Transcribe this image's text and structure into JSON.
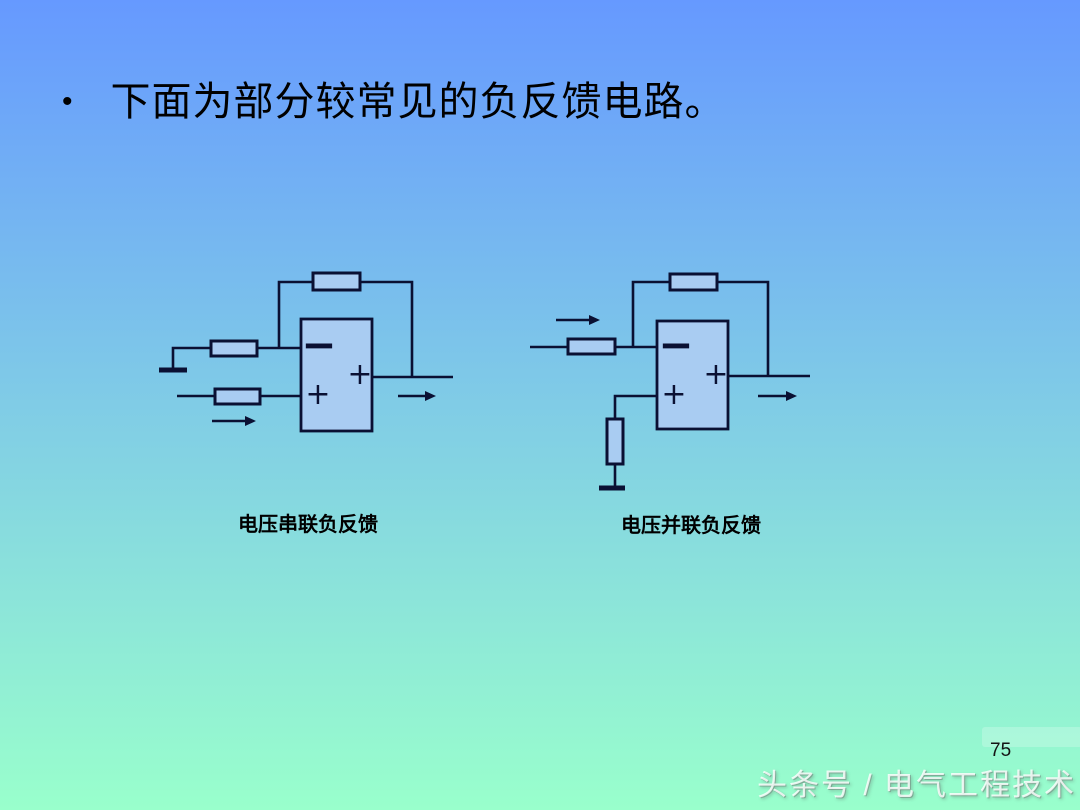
{
  "slide": {
    "bullet": "•",
    "title": "下面为部分较常见的负反馈电路。",
    "page_number": "75",
    "watermark": "头条号 / 电气工程技术"
  },
  "colors": {
    "bg_top": "#6699FF",
    "bg_bottom": "#99FFCC",
    "line": "#0A1033",
    "component_fill": "#A9CCF2",
    "title_color": "#000000",
    "caption_color": "#000000",
    "watermark_color": "#FFFFFF"
  },
  "circuits": {
    "left": {
      "caption": "电压串联负反馈",
      "opamp": {
        "minus": "−",
        "plus_input": "+",
        "plus_output": "+"
      }
    },
    "right": {
      "caption": "电压并联负反馈",
      "opamp": {
        "minus": "−",
        "plus_input": "+",
        "plus_output": "+"
      }
    }
  }
}
